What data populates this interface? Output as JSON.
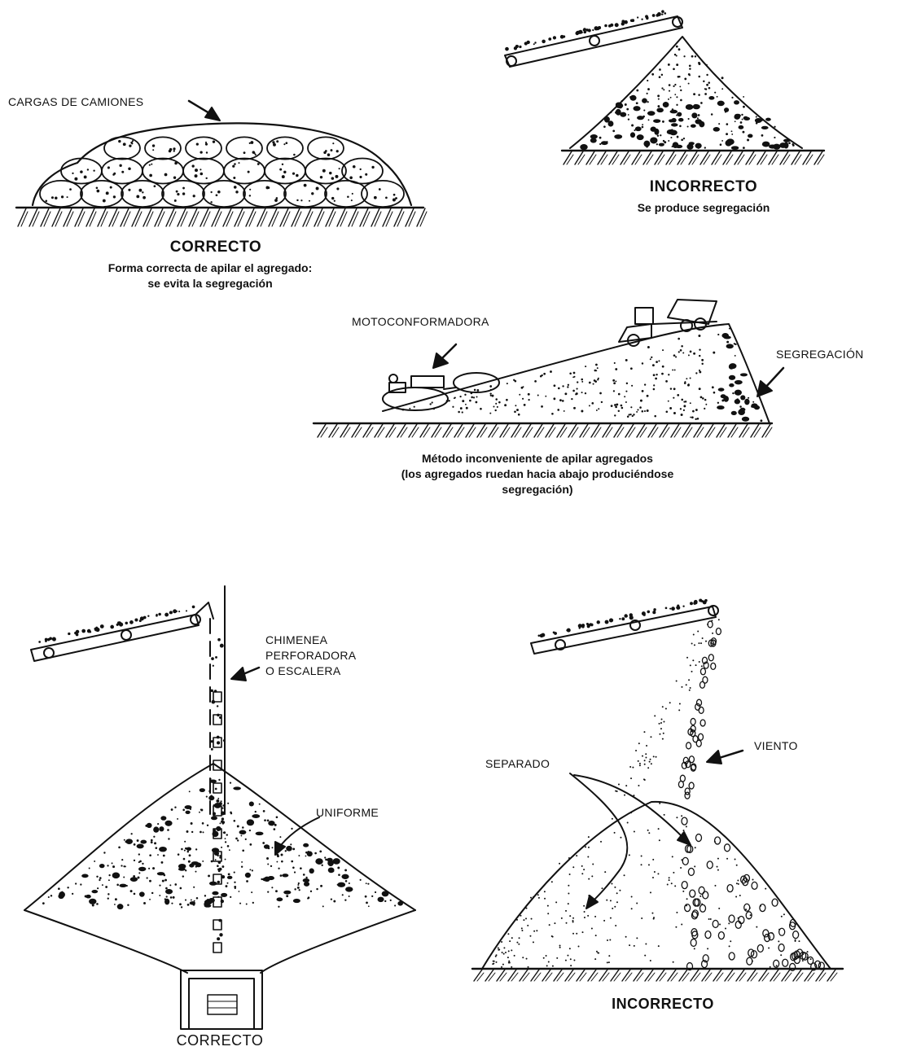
{
  "panel_truck_loads": {
    "label": "CARGAS DE CAMIONES",
    "title": "CORRECTO",
    "caption_line1": "Forma correcta de apilar el agregado:",
    "caption_line2": "se evita la segregación"
  },
  "panel_conveyor_drop": {
    "title": "INCORRECTO",
    "caption": "Se produce segregación"
  },
  "panel_grader": {
    "label_grader": "MOTOCONFORMADORA",
    "label_segregation": "SEGREGACIÓN",
    "caption_line1": "Método inconveniente de apilar agregados",
    "caption_line2": "(los agregados ruedan hacia abajo produciéndose",
    "caption_line3": "segregación)"
  },
  "panel_chimney": {
    "label_chimney_line1": "CHIMENEA",
    "label_chimney_line2": "PERFORADORA",
    "label_chimney_line3": "O ESCALERA",
    "label_uniform": "UNIFORME",
    "title": "CORRECTO"
  },
  "panel_wind": {
    "label_wind": "VIENTO",
    "label_separated": "SEPARADO",
    "title": "INCORRECTO"
  }
}
